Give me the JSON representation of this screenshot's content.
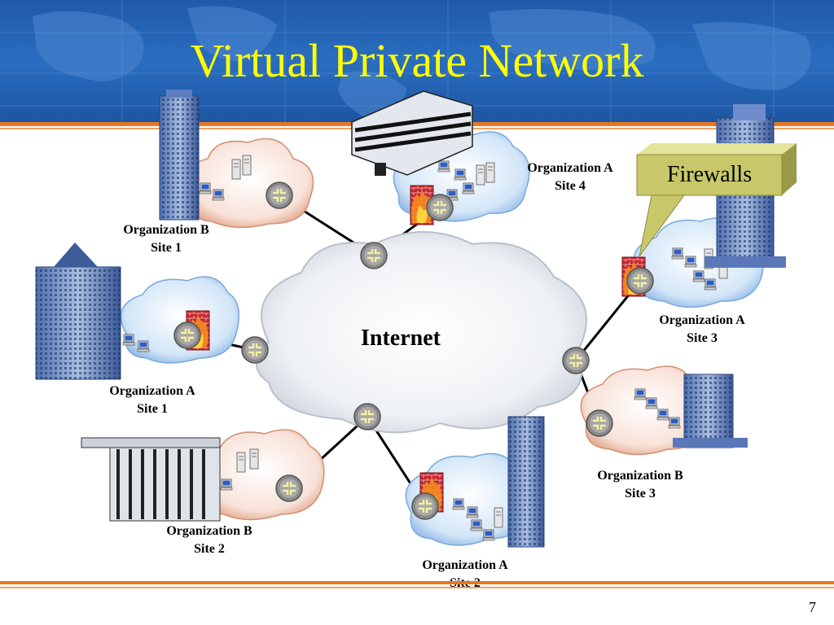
{
  "slide": {
    "title": "Virtual Private Network",
    "page_number": "7"
  },
  "diagram": {
    "center_cloud": "Internet",
    "callout": "Firewalls",
    "sites": [
      {
        "org": "Organization B",
        "site": "Site 1"
      },
      {
        "org": "Organization A",
        "site": "Site 4"
      },
      {
        "org": "Organization A",
        "site": "Site 3"
      },
      {
        "org": "Organization A",
        "site": "Site 1"
      },
      {
        "org": "Organization B",
        "site": "Site 3"
      },
      {
        "org": "Organization B",
        "site": "Site 2"
      },
      {
        "org": "Organization A",
        "site": "Site 2"
      }
    ]
  },
  "colors": {
    "header_blue": "#2a6dc0",
    "title_yellow": "#ffff00",
    "accent_orange": "#e87722",
    "callout_fill": "#c8c86a",
    "cloud_blue": "#cfe4f7",
    "cloud_pink": "#f6ddd2",
    "router_gray": "#8a8a8a",
    "firewall_red": "#c4262e"
  }
}
